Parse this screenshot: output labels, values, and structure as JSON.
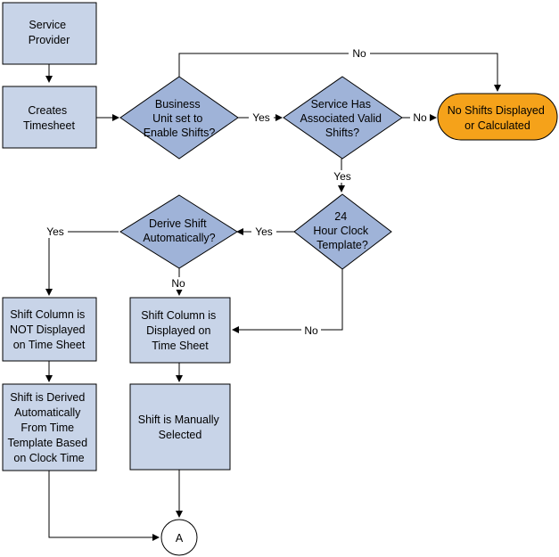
{
  "nodes": {
    "service_provider": [
      "Service",
      "Provider"
    ],
    "creates_timesheet": [
      "Creates",
      "Timesheet"
    ],
    "business_unit": [
      "Business",
      "Unit set to",
      "Enable Shifts?"
    ],
    "service_valid": [
      "Service Has",
      "Associated Valid",
      "Shifts?"
    ],
    "no_shifts": [
      "No Shifts Displayed",
      "or Calculated"
    ],
    "clock_24": [
      "24",
      "Hour Clock",
      "Template?"
    ],
    "derive_shift": [
      "Derive Shift",
      "Automatically?"
    ],
    "shift_not_displayed": [
      "Shift Column is",
      "NOT Displayed",
      "on Time Sheet"
    ],
    "shift_displayed": [
      "Shift Column is",
      "Displayed on",
      "Time Sheet"
    ],
    "shift_derived": [
      "Shift is Derived",
      "Automatically",
      "From Time",
      "Template Based",
      "on Clock Time"
    ],
    "shift_manual": [
      "Shift is Manually",
      "Selected"
    ],
    "connector_a": [
      "A"
    ]
  },
  "labels": {
    "no_top": "No",
    "yes_bu": "Yes",
    "no_svc": "No",
    "yes_svc": "Yes",
    "yes_clock": "Yes",
    "yes_derive": "Yes",
    "no_derive": "No",
    "no_clock": "No"
  }
}
